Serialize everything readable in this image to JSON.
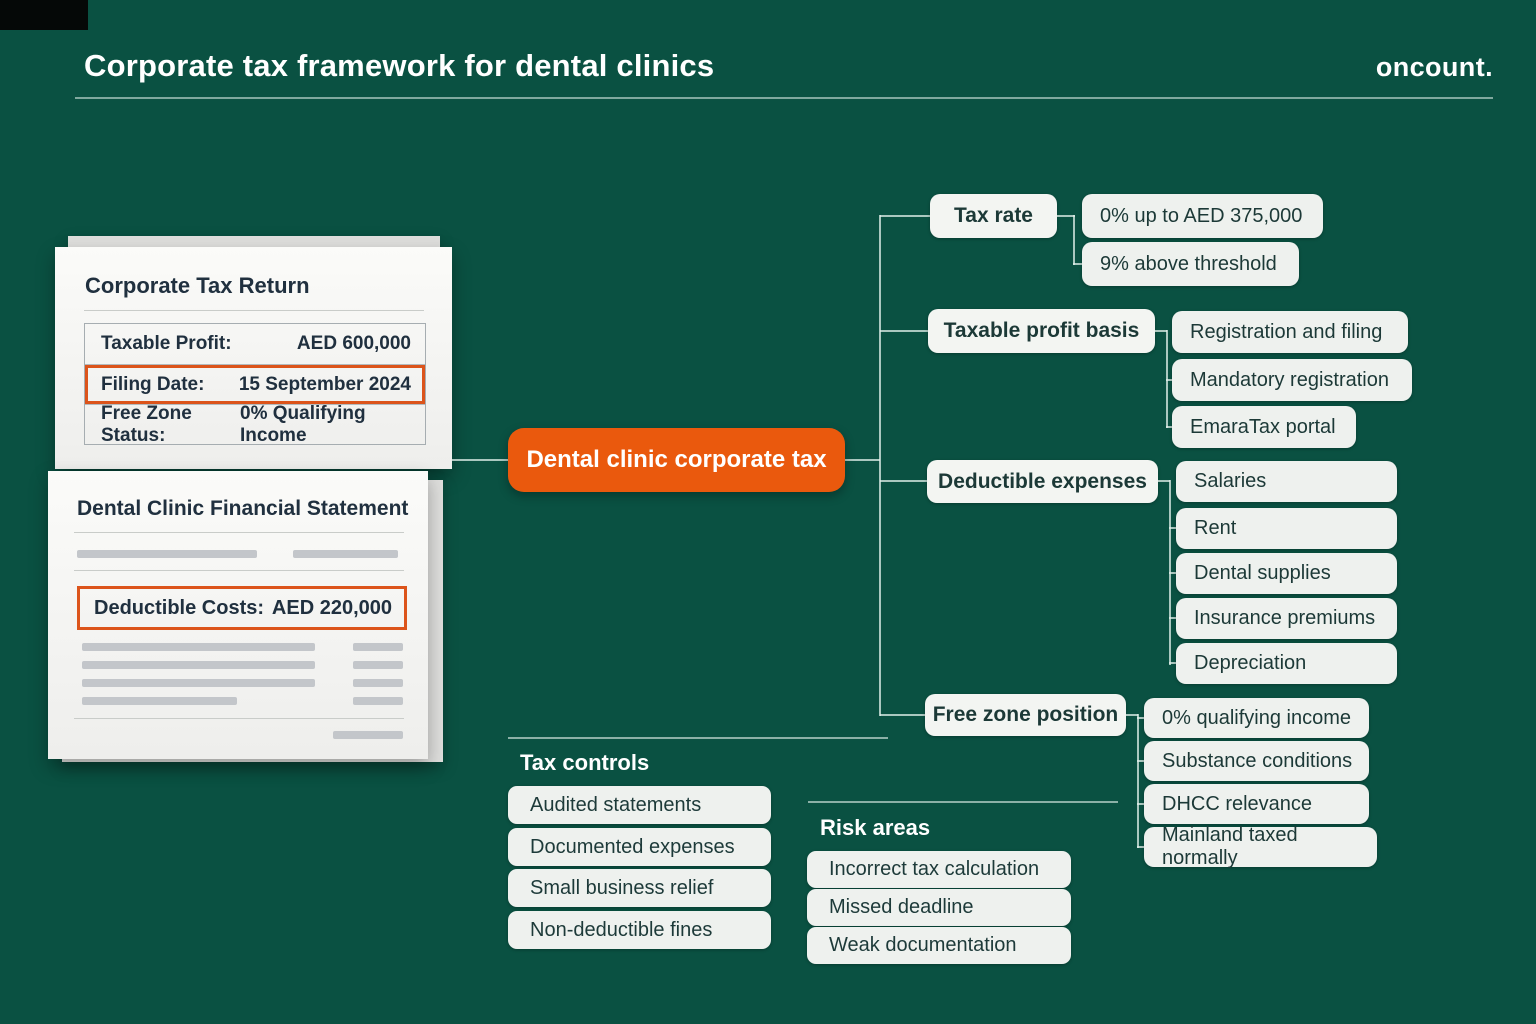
{
  "header": {
    "title": "Corporate tax framework for dental clinics",
    "logo": "oncount."
  },
  "documents": [
    {
      "title": "Corporate Tax Return",
      "rows": [
        {
          "label": "Taxable Profit:",
          "value": "AED 600,000"
        },
        {
          "label": "Filing Date:",
          "value": "15 September 2024"
        },
        {
          "label": "Free Zone Status:",
          "value": "0% Qualifying Income"
        }
      ]
    },
    {
      "title": "Dental Clinic Financial Statement",
      "highlight": {
        "label": "Deductible Costs:",
        "value": "AED 220,000"
      }
    }
  ],
  "center_node": {
    "label": "Dental clinic corporate tax"
  },
  "branches": [
    {
      "label": "Tax rate",
      "children": [
        "0% up to AED 375,000",
        "9% above threshold"
      ]
    },
    {
      "label": "Taxable profit basis",
      "children": [
        "Registration and filing",
        "Mandatory registration",
        "EmaraTax portal"
      ]
    },
    {
      "label": "Deductible expenses",
      "children": [
        "Salaries",
        "Rent",
        "Dental supplies",
        "Insurance premiums",
        "Depreciation"
      ]
    },
    {
      "label": "Free zone position",
      "children": [
        "0% qualifying income",
        "Substance conditions",
        "DHCC relevance",
        "Mainland taxed normally"
      ]
    }
  ],
  "lists": [
    {
      "title": "Tax controls",
      "items": [
        "Audited statements",
        "Documented expenses",
        "Small business relief",
        "Non-deductible fines"
      ]
    },
    {
      "title": "Risk areas",
      "items": [
        "Incorrect tax calculation",
        "Missed deadline",
        "Weak documentation"
      ]
    }
  ],
  "colors": {
    "background": "#0a5142",
    "accent_orange": "#ea590d",
    "highlight_border": "#dc541b",
    "paper": "#f6f6f4",
    "node_box": "#eef1ee",
    "node_ink": "#1c3937",
    "doc_ink": "#20303f"
  }
}
